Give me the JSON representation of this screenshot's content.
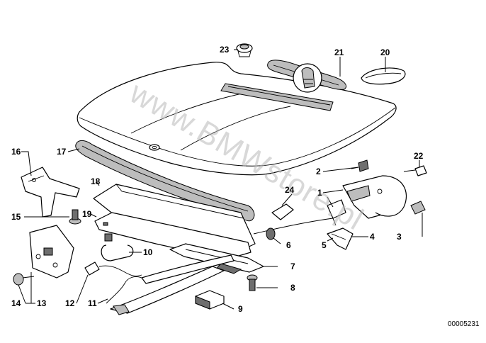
{
  "diagram": {
    "document_number": "00005231",
    "watermark": "www.BMWstore.pl",
    "callouts": [
      {
        "id": "c1",
        "label": "1"
      },
      {
        "id": "c2",
        "label": "2"
      },
      {
        "id": "c3",
        "label": "3"
      },
      {
        "id": "c4",
        "label": "4"
      },
      {
        "id": "c5",
        "label": "5"
      },
      {
        "id": "c6",
        "label": "6"
      },
      {
        "id": "c7",
        "label": "7"
      },
      {
        "id": "c8",
        "label": "8"
      },
      {
        "id": "c9",
        "label": "9"
      },
      {
        "id": "c10",
        "label": "10"
      },
      {
        "id": "c11",
        "label": "11"
      },
      {
        "id": "c12",
        "label": "12"
      },
      {
        "id": "c13",
        "label": "13"
      },
      {
        "id": "c14",
        "label": "14"
      },
      {
        "id": "c15",
        "label": "15"
      },
      {
        "id": "c16",
        "label": "16"
      },
      {
        "id": "c17",
        "label": "17"
      },
      {
        "id": "c18",
        "label": "18"
      },
      {
        "id": "c19",
        "label": "19"
      },
      {
        "id": "c20",
        "label": "20"
      },
      {
        "id": "c21",
        "label": "21"
      },
      {
        "id": "c22",
        "label": "22"
      },
      {
        "id": "c23",
        "label": "23"
      },
      {
        "id": "c24",
        "label": "24"
      }
    ]
  }
}
